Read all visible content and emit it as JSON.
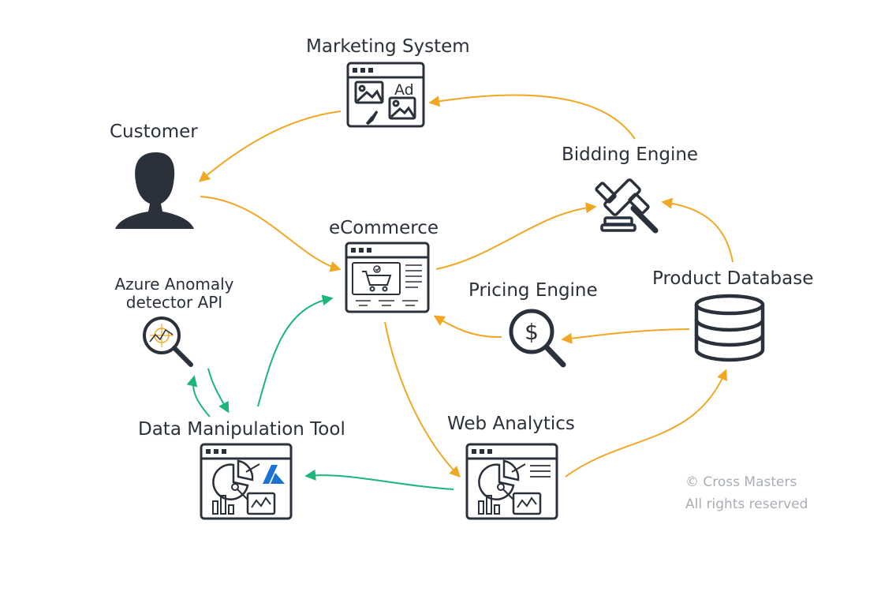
{
  "nodes": {
    "marketing": {
      "label": "Marketing System",
      "ad_text": "Ad",
      "icon": "marketing-window-icon"
    },
    "customer": {
      "label": "Customer",
      "icon": "person-icon"
    },
    "bidding": {
      "label": "Bidding Engine",
      "icon": "gavel-icon"
    },
    "ecommerce": {
      "label": "eCommerce",
      "icon": "shopping-cart-window-icon"
    },
    "anomaly": {
      "label_line1": "Azure Anomaly",
      "label_line2": "detector API",
      "icon": "magnifier-chart-icon"
    },
    "pricing": {
      "label": "Pricing Engine",
      "icon": "dollar-magnifier-icon",
      "symbol": "$"
    },
    "product_db": {
      "label": "Product Database",
      "icon": "database-icon"
    },
    "data_tool": {
      "label": "Data Manipulation Tool",
      "icon": "analytics-window-azure-icon"
    },
    "web_analytics": {
      "label": "Web Analytics",
      "icon": "analytics-window-icon"
    }
  },
  "edges": [
    {
      "from": "marketing",
      "to": "customer",
      "color": "orange"
    },
    {
      "from": "bidding",
      "to": "marketing",
      "color": "orange"
    },
    {
      "from": "customer",
      "to": "ecommerce",
      "color": "orange"
    },
    {
      "from": "ecommerce",
      "to": "bidding",
      "color": "orange"
    },
    {
      "from": "product_db",
      "to": "bidding",
      "color": "orange"
    },
    {
      "from": "product_db",
      "to": "pricing",
      "color": "orange"
    },
    {
      "from": "pricing",
      "to": "ecommerce",
      "color": "orange"
    },
    {
      "from": "ecommerce",
      "to": "web_analytics",
      "color": "orange"
    },
    {
      "from": "web_analytics",
      "to": "product_db",
      "color": "orange"
    },
    {
      "from": "web_analytics",
      "to": "data_tool",
      "color": "green"
    },
    {
      "from": "data_tool",
      "to": "ecommerce",
      "color": "green"
    },
    {
      "from": "data_tool",
      "to": "anomaly",
      "color": "green"
    },
    {
      "from": "anomaly",
      "to": "data_tool",
      "color": "green"
    }
  ],
  "colors": {
    "orange": "#f0a824",
    "green": "#1cb57a",
    "icon_dark": "#2b313a",
    "azure_blue": "#1a73d1",
    "anomaly_orange": "#f0a824"
  },
  "copyright": {
    "line1": "© Cross Masters",
    "line2": "All rights reserved"
  }
}
